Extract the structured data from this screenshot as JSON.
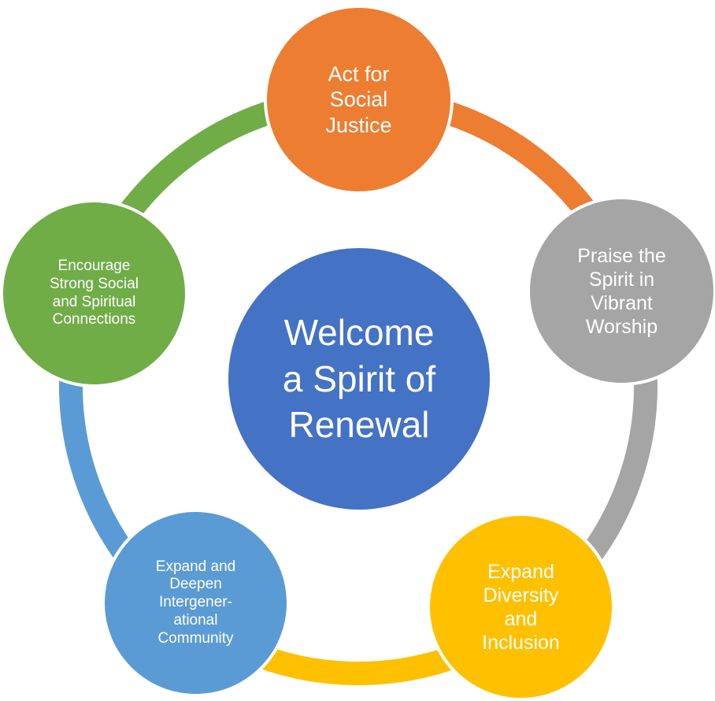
{
  "diagram": {
    "type": "cycle",
    "center": {
      "label": "Welcome\na Spirit of\nRenewal",
      "color": "#4472c4"
    },
    "nodes": [
      {
        "id": "top",
        "label": "Act for\nSocial\nJustice",
        "color": "#ed7d31"
      },
      {
        "id": "right",
        "label": "Praise the\nSpirit in\nVibrant\nWorship",
        "color": "#a5a5a5"
      },
      {
        "id": "bottom-right",
        "label": "Expand\nDiversity\nand\nInclusion",
        "color": "#ffc000"
      },
      {
        "id": "bottom-left",
        "label": "Expand and\nDeepen\nIntergener-\national\nCommunity",
        "color": "#5b9bd5"
      },
      {
        "id": "left",
        "label": "Encourage\nStrong Social\nand Spiritual\nConnections",
        "color": "#70ad47"
      }
    ]
  }
}
